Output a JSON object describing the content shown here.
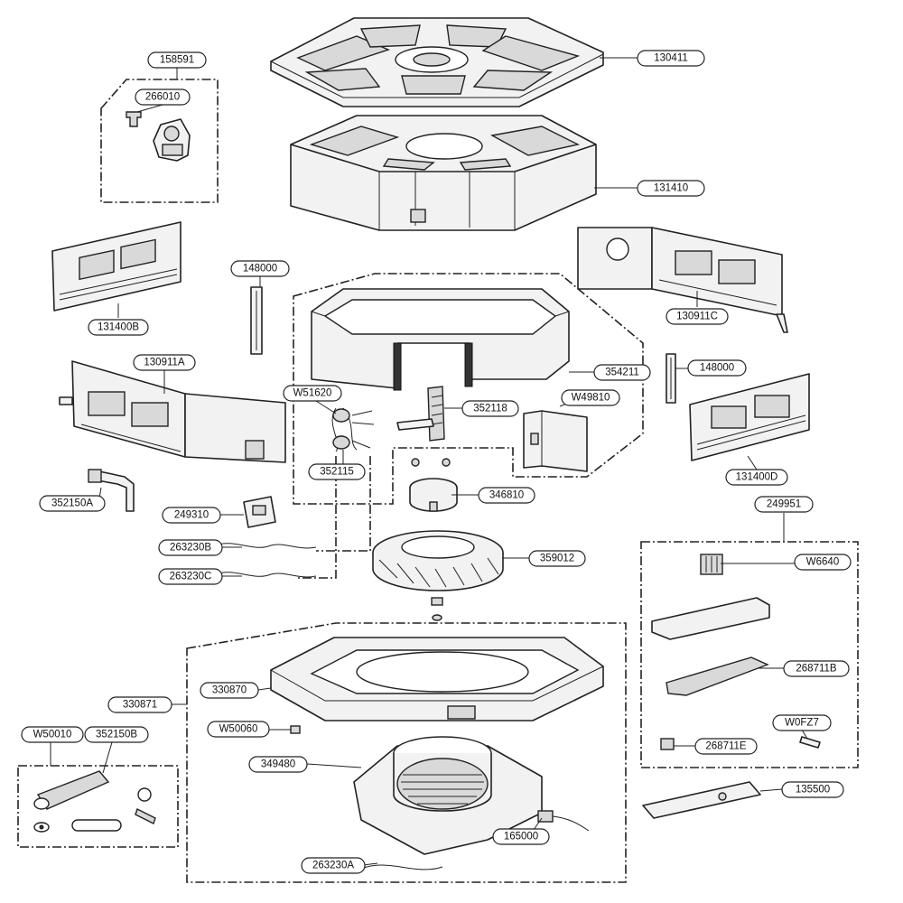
{
  "callouts": {
    "c130411": "130411",
    "c131410": "131410",
    "c158591": "158591",
    "c266010": "266010",
    "c131400B": "131400B",
    "c130911C": "130911C",
    "c148000a": "148000",
    "c148000b": "148000",
    "c130911A": "130911A",
    "c354211": "354211",
    "cW51620": "W51620",
    "c352118": "352118",
    "cW49810": "W49810",
    "c352115": "352115",
    "c131400D": "131400D",
    "c352150A": "352150A",
    "c346810": "346810",
    "c249310": "249310",
    "c249951": "249951",
    "c263230B": "263230B",
    "c359012": "359012",
    "cW6640": "W6640",
    "c263230C": "263230C",
    "c268711B": "268711B",
    "c330870": "330870",
    "c330871": "330871",
    "cW50060": "W50060",
    "cW0FZ7": "W0FZ7",
    "cW50010": "W50010",
    "c352150B": "352150B",
    "c268711E": "268711E",
    "c349480": "349480",
    "c135500": "135500",
    "c165000": "165000",
    "c263230A": "263230A"
  }
}
